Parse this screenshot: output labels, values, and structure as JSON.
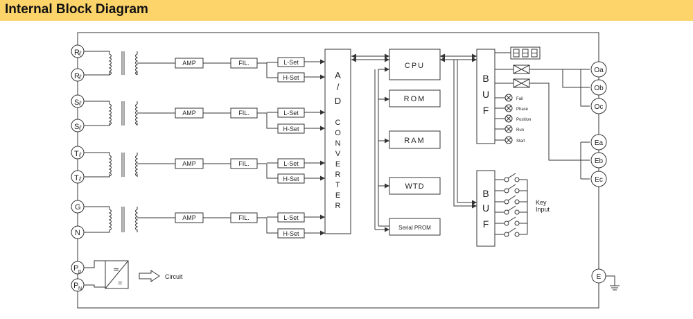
{
  "header": {
    "title": "Internal Block Diagram"
  },
  "inputs": {
    "terminals": [
      {
        "label_main": "R",
        "label_sub": "ℓ"
      },
      {
        "label_main": "R",
        "label_sub": "ℓ"
      },
      {
        "label_main": "S",
        "label_sub": "ℓ"
      },
      {
        "label_main": "S",
        "label_sub": "ℓ"
      },
      {
        "label_main": "T",
        "label_sub": "ℓ"
      },
      {
        "label_main": "T",
        "label_sub": "ℓ"
      },
      {
        "label_main": "G",
        "label_sub": ""
      },
      {
        "label_main": "N",
        "label_sub": ""
      }
    ],
    "power_terminals": [
      {
        "label_main": "P",
        "label_sub": "p"
      },
      {
        "label_main": "P",
        "label_sub": "N"
      }
    ]
  },
  "channels": [
    {
      "amp": "AMP",
      "fil": "FIL.",
      "lset": "L-Set",
      "hset": "H-Set"
    },
    {
      "amp": "AMP",
      "fil": "FIL.",
      "lset": "L-Set",
      "hset": "H-Set"
    },
    {
      "amp": "AMP",
      "fil": "FIL.",
      "lset": "L-Set",
      "hset": "H-Set"
    },
    {
      "amp": "AMP",
      "fil": "FIL.",
      "lset": "L-Set",
      "hset": "H-Set"
    }
  ],
  "adc": {
    "top": [
      "A",
      "/",
      "D"
    ],
    "bottom": [
      "C",
      "O",
      "N",
      "V",
      "E",
      "R",
      "T",
      "E",
      "R"
    ]
  },
  "cpu_blocks": {
    "cpu": "CPU",
    "rom": "ROM",
    "ram": "RAM",
    "wtd": "WTD",
    "prom": "Serial PROM"
  },
  "buf": [
    "B",
    "U",
    "F"
  ],
  "leds": [
    "Fail",
    "Phase",
    "Position",
    "Run",
    "Start"
  ],
  "key_input": [
    "Key",
    "Input"
  ],
  "power": {
    "converter_top": "≃",
    "converter_bottom": "=",
    "circuit_label": "Circuit"
  },
  "outputs": [
    "Oa",
    "Ob",
    "Oc"
  ],
  "events": [
    "Ea",
    "Eb",
    "Ec"
  ],
  "ground": "E"
}
